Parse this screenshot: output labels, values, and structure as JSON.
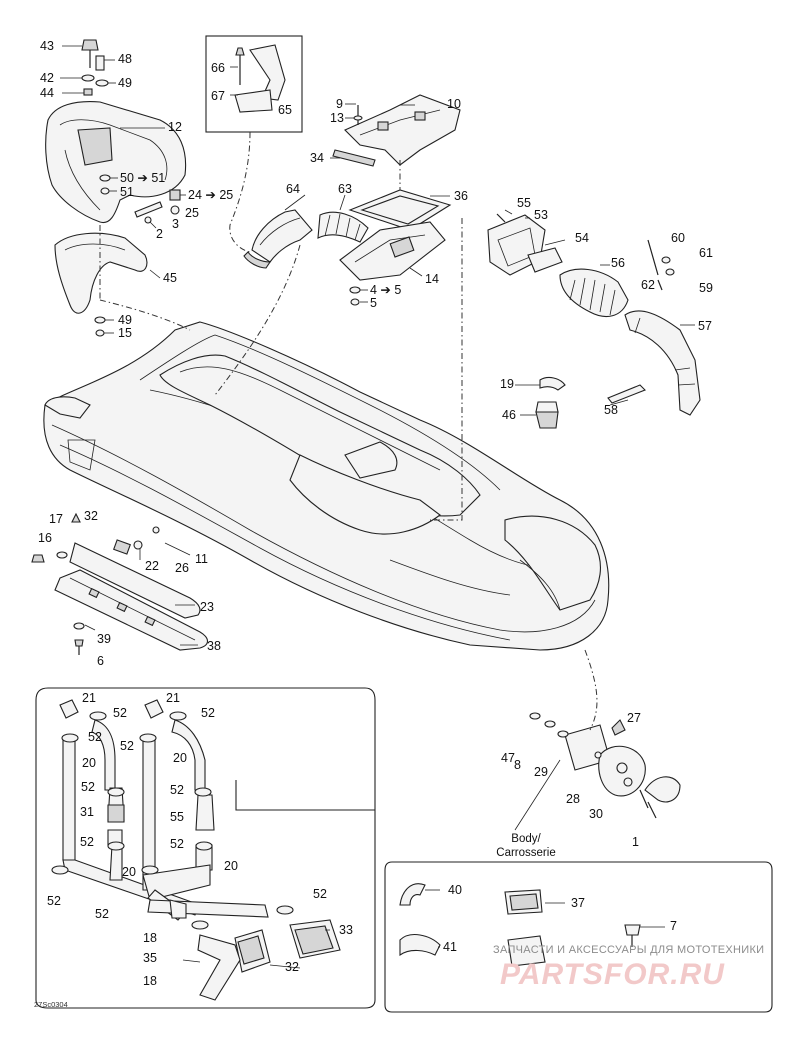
{
  "callouts": [
    {
      "id": "c43",
      "text": "43"
    },
    {
      "id": "c48",
      "text": "48"
    },
    {
      "id": "c42",
      "text": "42"
    },
    {
      "id": "c49a",
      "text": "49"
    },
    {
      "id": "c44",
      "text": "44"
    },
    {
      "id": "c12",
      "text": "12"
    },
    {
      "id": "c50",
      "text": "50 ➔ 51"
    },
    {
      "id": "c51",
      "text": "51"
    },
    {
      "id": "c24",
      "text": "24 ➔ 25"
    },
    {
      "id": "c25",
      "text": "25"
    },
    {
      "id": "c3",
      "text": "3"
    },
    {
      "id": "c2",
      "text": "2"
    },
    {
      "id": "c45",
      "text": "45"
    },
    {
      "id": "c49b",
      "text": "49"
    },
    {
      "id": "c15",
      "text": "15"
    },
    {
      "id": "c66",
      "text": "66"
    },
    {
      "id": "c67",
      "text": "67"
    },
    {
      "id": "c65",
      "text": "65"
    },
    {
      "id": "c9",
      "text": "9"
    },
    {
      "id": "c10",
      "text": "10"
    },
    {
      "id": "c13",
      "text": "13"
    },
    {
      "id": "c34",
      "text": "34"
    },
    {
      "id": "c64",
      "text": "64"
    },
    {
      "id": "c63",
      "text": "63"
    },
    {
      "id": "c36",
      "text": "36"
    },
    {
      "id": "c14",
      "text": "14"
    },
    {
      "id": "c4",
      "text": "4 ➔ 5"
    },
    {
      "id": "c5",
      "text": "5"
    },
    {
      "id": "c55a",
      "text": "55"
    },
    {
      "id": "c53",
      "text": "53"
    },
    {
      "id": "c54",
      "text": "54"
    },
    {
      "id": "c56",
      "text": "56"
    },
    {
      "id": "c60",
      "text": "60"
    },
    {
      "id": "c61",
      "text": "61"
    },
    {
      "id": "c62",
      "text": "62"
    },
    {
      "id": "c59",
      "text": "59"
    },
    {
      "id": "c57",
      "text": "57"
    },
    {
      "id": "c19",
      "text": "19"
    },
    {
      "id": "c46",
      "text": "46"
    },
    {
      "id": "c58",
      "text": "58"
    },
    {
      "id": "c17",
      "text": "17"
    },
    {
      "id": "c32a",
      "text": "32"
    },
    {
      "id": "c16",
      "text": "16"
    },
    {
      "id": "c11",
      "text": "11"
    },
    {
      "id": "c22",
      "text": "22"
    },
    {
      "id": "c26",
      "text": "26"
    },
    {
      "id": "c23",
      "text": "23"
    },
    {
      "id": "c39",
      "text": "39"
    },
    {
      "id": "c38",
      "text": "38"
    },
    {
      "id": "c6",
      "text": "6"
    },
    {
      "id": "c21a",
      "text": "21"
    },
    {
      "id": "c52a",
      "text": "52"
    },
    {
      "id": "c52b",
      "text": "52"
    },
    {
      "id": "c21b",
      "text": "21"
    },
    {
      "id": "c52c",
      "text": "52"
    },
    {
      "id": "c52d",
      "text": "52"
    },
    {
      "id": "c20a",
      "text": "20"
    },
    {
      "id": "c20b",
      "text": "20"
    },
    {
      "id": "c52e",
      "text": "52"
    },
    {
      "id": "c52f",
      "text": "52"
    },
    {
      "id": "c31",
      "text": "31"
    },
    {
      "id": "c55b",
      "text": "55"
    },
    {
      "id": "c52g",
      "text": "52"
    },
    {
      "id": "c52h",
      "text": "52"
    },
    {
      "id": "c20c",
      "text": "20"
    },
    {
      "id": "c20d",
      "text": "20"
    },
    {
      "id": "c52i",
      "text": "52"
    },
    {
      "id": "c52j",
      "text": "52"
    },
    {
      "id": "c52k",
      "text": "52"
    },
    {
      "id": "c18a",
      "text": "18"
    },
    {
      "id": "c33",
      "text": "33"
    },
    {
      "id": "c35",
      "text": "35"
    },
    {
      "id": "c18b",
      "text": "18"
    },
    {
      "id": "c32b",
      "text": "32"
    },
    {
      "id": "c27",
      "text": "27"
    },
    {
      "id": "c47",
      "text": "47"
    },
    {
      "id": "c8",
      "text": "8"
    },
    {
      "id": "c29",
      "text": "29"
    },
    {
      "id": "c28",
      "text": "28"
    },
    {
      "id": "c30",
      "text": "30"
    },
    {
      "id": "c1",
      "text": "1"
    },
    {
      "id": "c40",
      "text": "40"
    },
    {
      "id": "c37",
      "text": "37"
    },
    {
      "id": "c7",
      "text": "7"
    },
    {
      "id": "c41",
      "text": "41"
    }
  ],
  "caption_line1": "Body/",
  "caption_line2": "Carrosserie",
  "diagram_code": "27Sc0304",
  "watermark": {
    "text": "ЗАПЧАСТИ И АКСЕССУАРЫ ДЛЯ МОТОТЕХНИКИ",
    "logo": "PARTSFOR.RU"
  }
}
